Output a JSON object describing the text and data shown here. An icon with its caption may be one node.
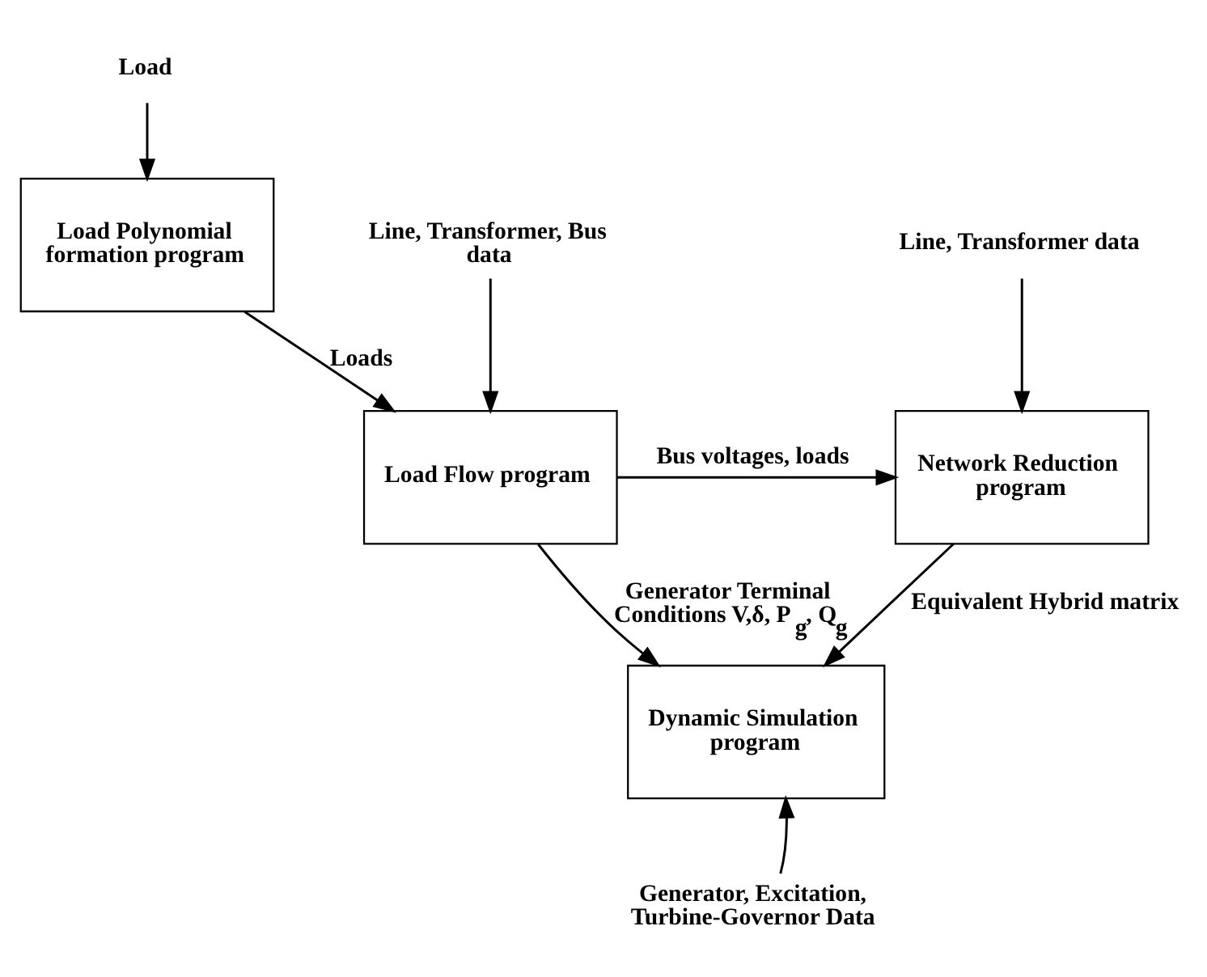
{
  "diagram": {
    "nodes": [
      {
        "text": [
          "Load"
        ]
      },
      {
        "text": [
          "Load Polynomial formation program"
        ]
      },
      {
        "text": [
          "Line, Transformer, Bus data"
        ]
      },
      {
        "text": [
          "Load Flow program"
        ]
      },
      {
        "text": [
          "Line, Transformer data"
        ]
      },
      {
        "text": [
          "Network Reduction program"
        ]
      },
      {
        "text": [
          "Dynamic Simulation program"
        ]
      },
      {
        "text": [
          "Generator, Excitation, Turbine-Governor Data"
        ]
      }
    ],
    "edges": [
      {
        "from": 0,
        "to": 1,
        "arrow": "to"
      },
      {
        "from": 2,
        "to": 3,
        "arrow": "to"
      },
      {
        "from": 1,
        "to": 3,
        "arrow": "to",
        "label": "Loads"
      },
      {
        "from": 3,
        "to": 5,
        "arrow": "to",
        "label": "Bus voltages, loads"
      },
      {
        "from": 4,
        "to": 5,
        "arrow": "to"
      },
      {
        "from": 5,
        "to": 6,
        "arrow": "to",
        "label": "Equivalent Hybrid matrix"
      },
      {
        "from": 3,
        "to": 6,
        "arrow": "to",
        "label": "Generator Terminal Conditions V,δ, P$_{g}$, Q$_{g}$"
      },
      {
        "from": 7,
        "to": 6,
        "arrow": "to"
      }
    ]
  }
}
